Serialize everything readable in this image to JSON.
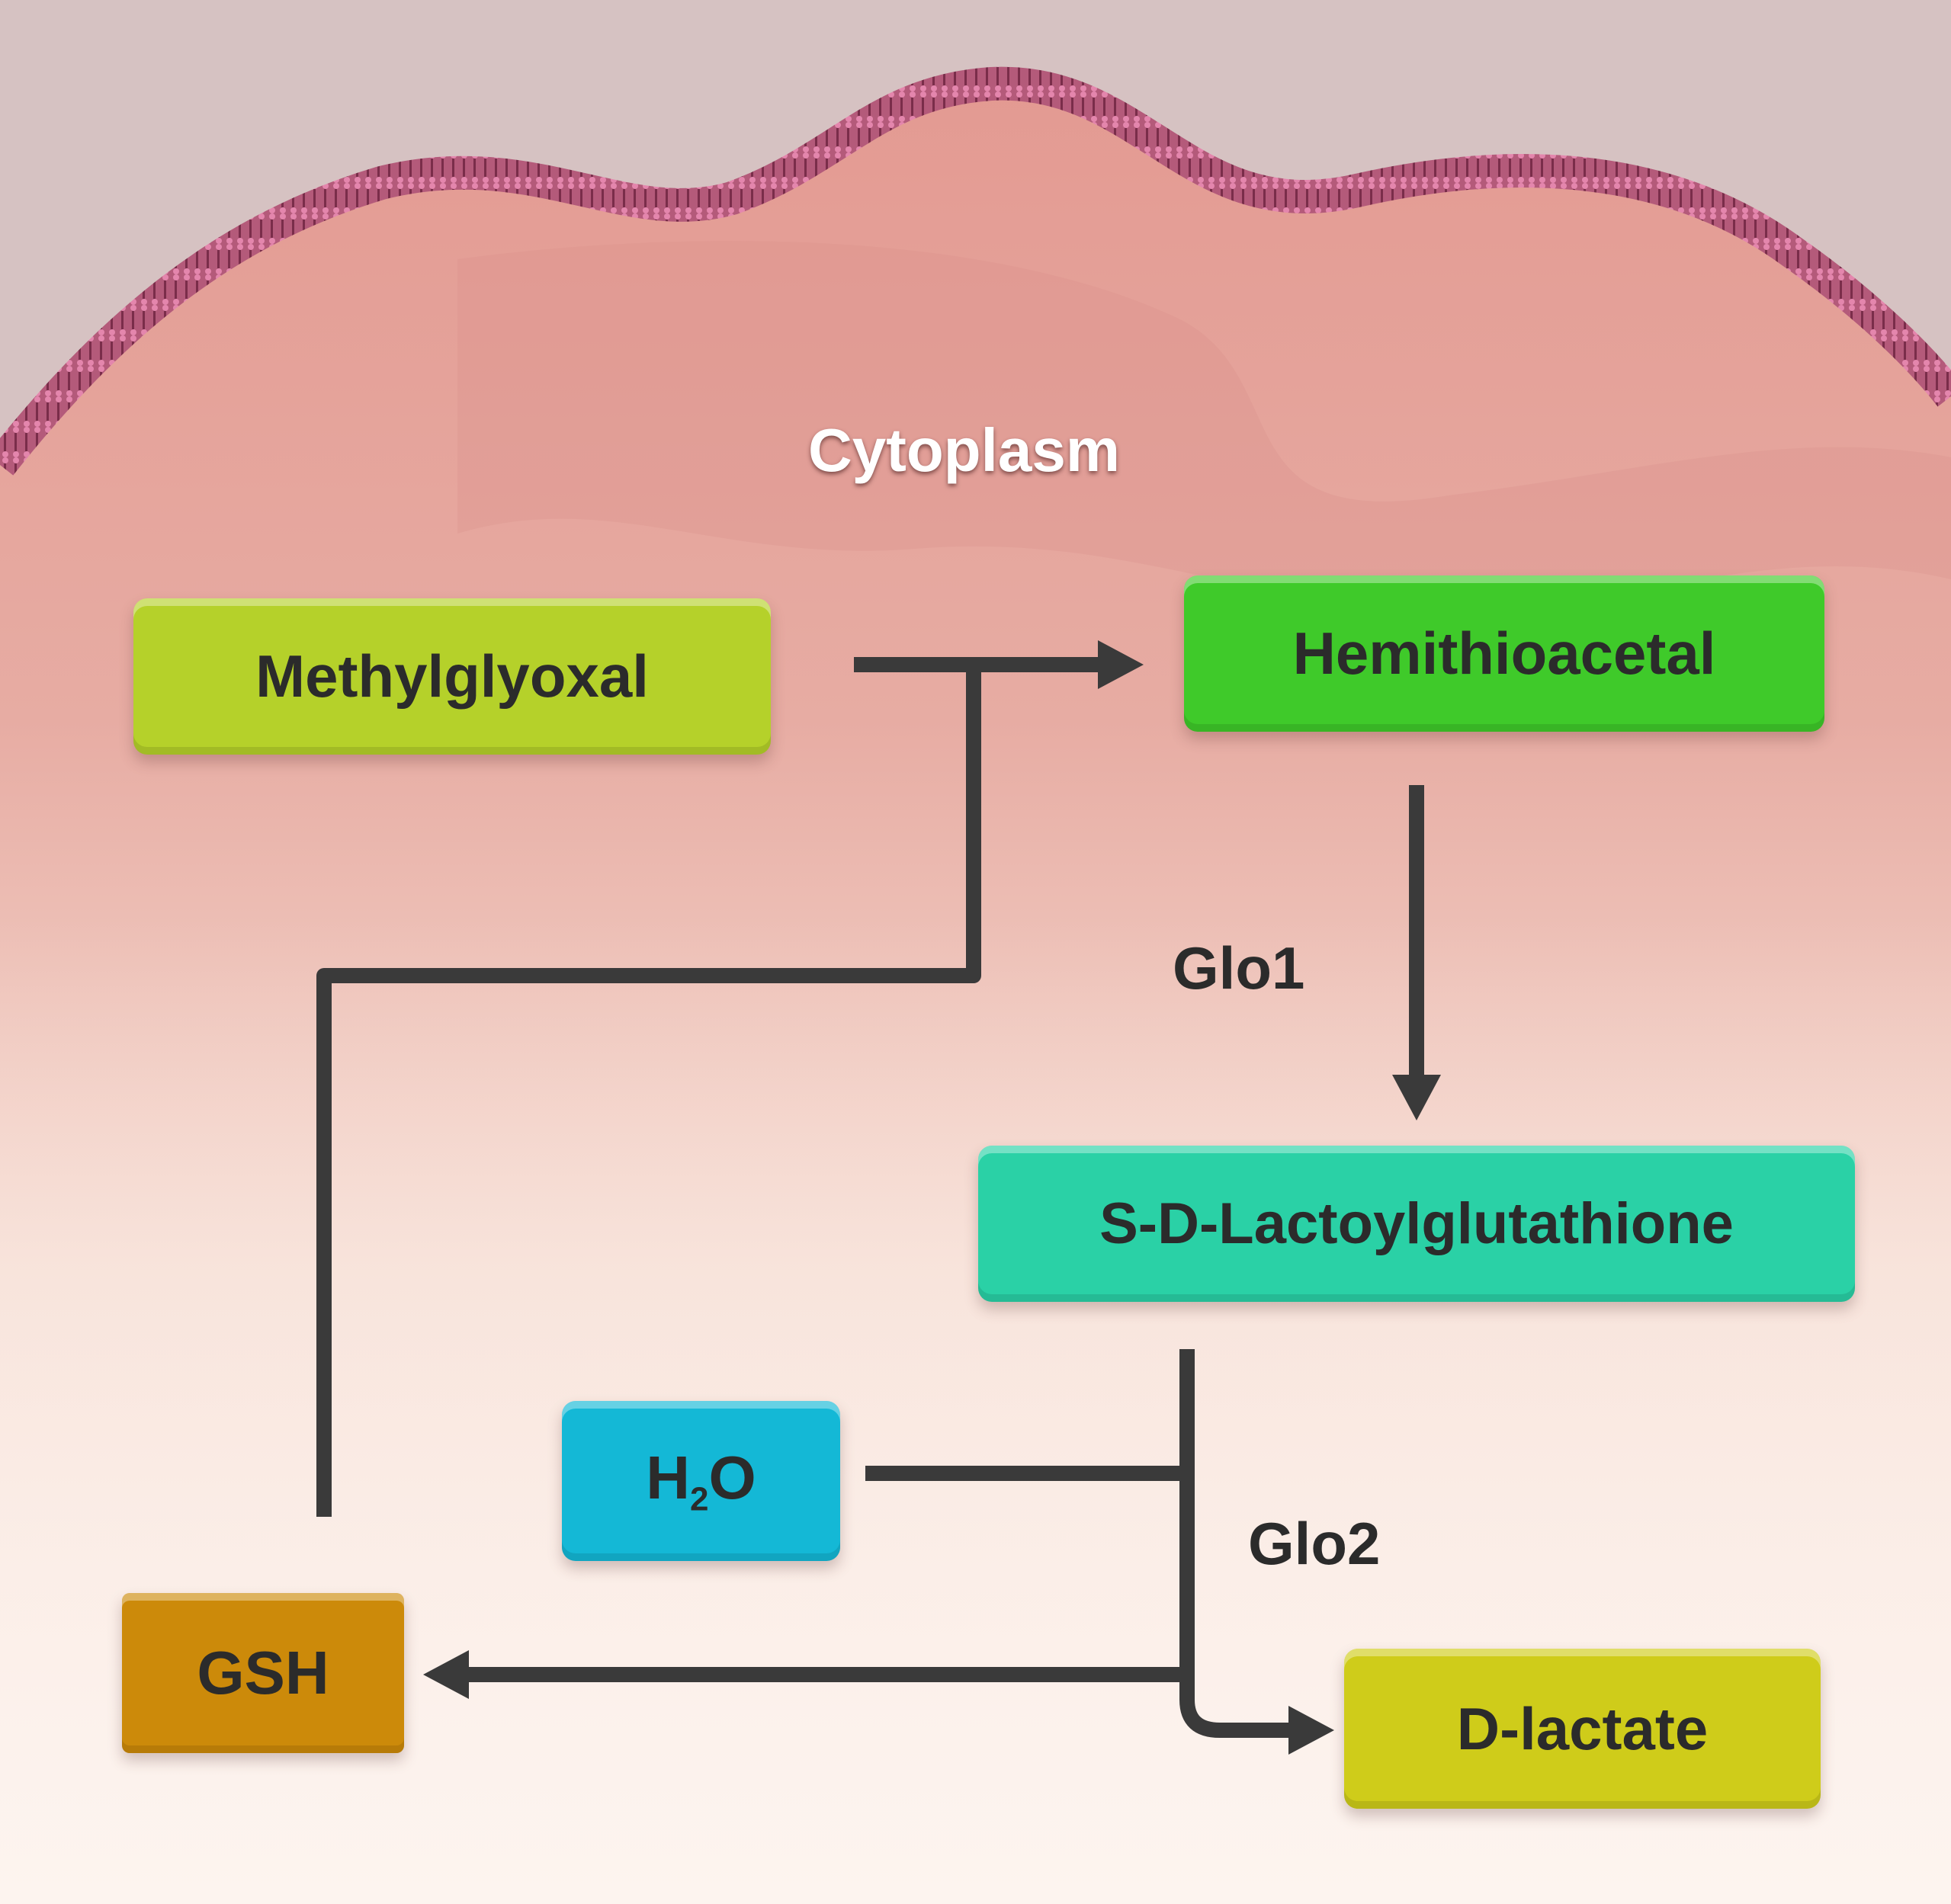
{
  "diagram": {
    "region_label": "Cytoplasm",
    "nodes": {
      "methylglyoxal": "Methylglyoxal",
      "hemithioacetal": "Hemithioacetal",
      "lactoylglutathione": "S-D-Lactoylglutathione",
      "water_main": "H",
      "water_sub": "2",
      "water_tail": "O",
      "gsh": "GSH",
      "d_lactate": "D-lactate"
    },
    "enzymes": {
      "glo1": "Glo1",
      "glo2": "Glo2"
    },
    "colors": {
      "methylglyoxal": "#b5d12a",
      "hemithioacetal": "#3fca2a",
      "lactoylglutathione": "#2ad1a6",
      "water": "#14b8d6",
      "gsh": "#cc8a0a",
      "d_lactate": "#cfcc1a",
      "arrow": "#3a3a3a"
    }
  }
}
